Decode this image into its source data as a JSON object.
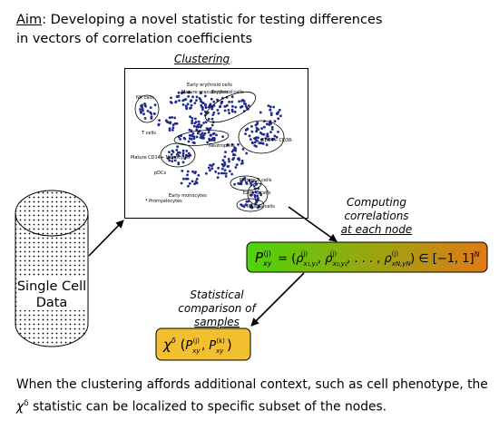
{
  "aim": {
    "label": "Aim",
    "line1": ": Developing a novel statistic for testing differences",
    "line2": "in vectors of correlation coefficients"
  },
  "clustering": {
    "title": "Clustering",
    "cell_labels": [
      "Early erythroid cells",
      "Mature granulocytes",
      "NK cells",
      "Erythroid cells",
      "T cells",
      "Neutrophils",
      "CD34+ CD38-",
      "Mature CD14+ Monocytes",
      "pDCs",
      "Mature B cells",
      "Early B cells",
      "Early monocytes",
      "Plasma cells",
      "* Promyelocytes"
    ]
  },
  "data_cylinder": {
    "line1": "Single Cell",
    "line2": "Data"
  },
  "computing": {
    "line1": "Computing",
    "line2": "correlations",
    "line3": "at each node"
  },
  "correlation_box": {
    "fill_left": "#4ed40a",
    "fill_right": "#e07a16",
    "formula": "P_xy^(j) = (ρ^(j)_{x1,y1}, ρ^(j)_{x2,y2}, ..., ρ^(j)_{xN,yN}) ∈ [−1,1]^N"
  },
  "statistical": {
    "line1": "Statistical",
    "line2": "comparison of",
    "line3": "samples"
  },
  "chi_box": {
    "fill": "#f2c02f",
    "formula": "χ^δ(P_xy^(j), P_xy^(k))"
  },
  "bottom": {
    "line1": "When the clustering affords additional context, such as cell phenotype, the",
    "line2_symbol": "χ",
    "line2_sup": "δ",
    "line2_rest": " statistic can be localized to specific subset of the nodes."
  }
}
